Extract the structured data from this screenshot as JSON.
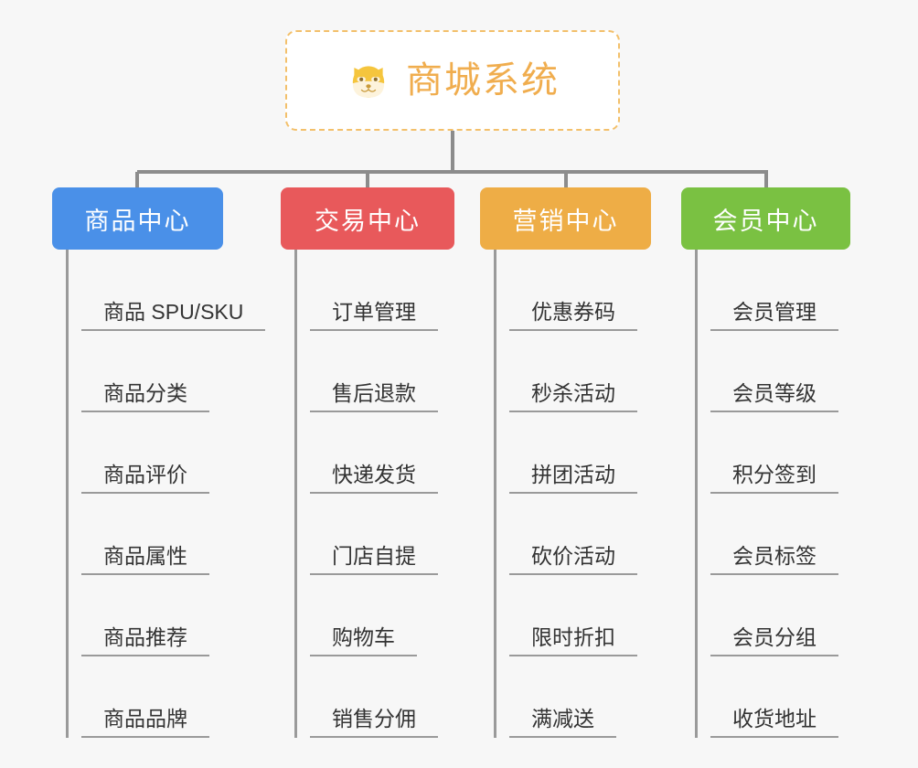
{
  "diagram": {
    "background_color": "#f7f7f7",
    "connector_color": "#8c8c8c",
    "root": {
      "title": "商城系统",
      "icon": "shiba-dog-face-icon",
      "text_color": "#f0ad4e",
      "border_color": "#f3c06b",
      "fill_color": "#ffffff"
    },
    "branches": [
      {
        "label": "商品中心",
        "color": "#4a90e8",
        "items": [
          "商品 SPU/SKU",
          "商品分类",
          "商品评价",
          "商品属性",
          "商品推荐",
          "商品品牌"
        ]
      },
      {
        "label": "交易中心",
        "color": "#e8595b",
        "items": [
          "订单管理",
          "售后退款",
          "快递发货",
          "门店自提",
          "购物车",
          "销售分佣"
        ]
      },
      {
        "label": "营销中心",
        "color": "#eead46",
        "items": [
          "优惠券码",
          "秒杀活动",
          "拼团活动",
          "砍价活动",
          "限时折扣",
          "满减送"
        ]
      },
      {
        "label": "会员中心",
        "color": "#7ac142",
        "items": [
          "会员管理",
          "会员等级",
          "积分签到",
          "会员标签",
          "会员分组",
          "收货地址"
        ]
      }
    ]
  }
}
